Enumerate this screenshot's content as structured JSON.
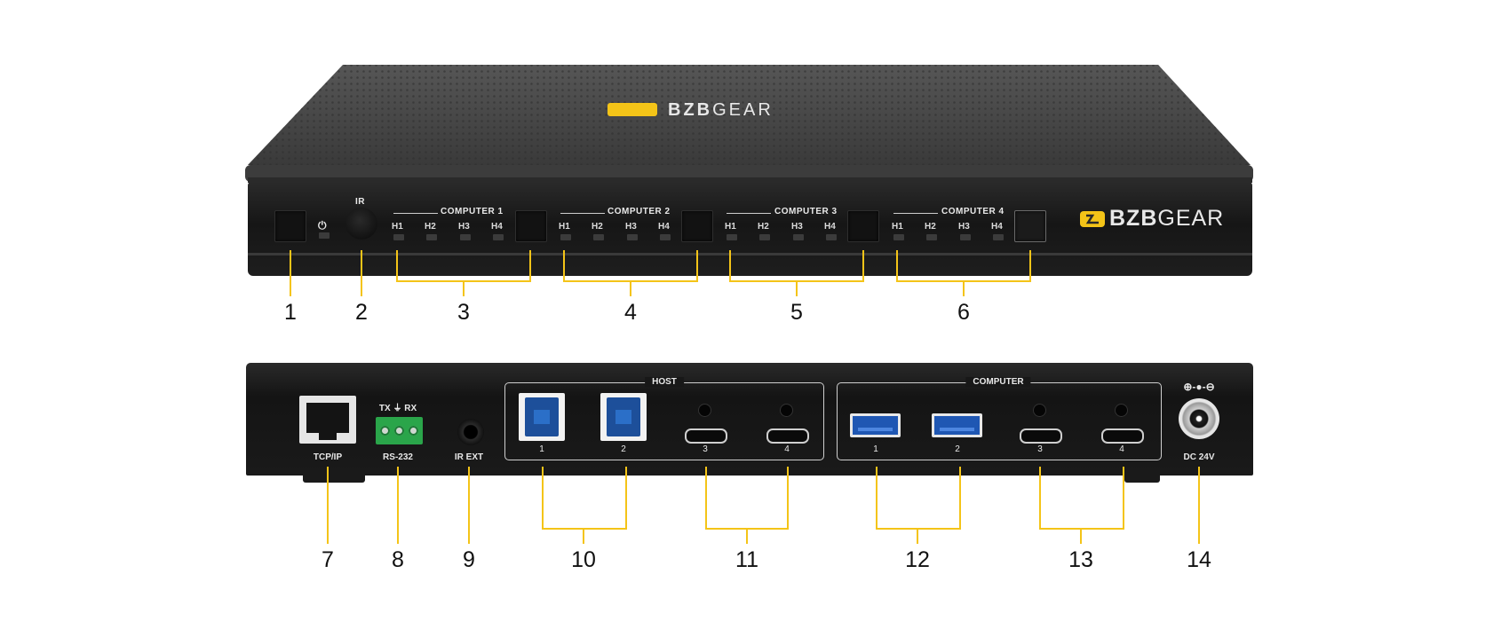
{
  "front": {
    "brand_bold": "BZB",
    "brand_light": "GEAR",
    "top_brand_bold": "BZB",
    "top_brand_light": "GEAR",
    "ir_label": "IR",
    "power_symbol": "⏻",
    "groups": [
      {
        "label": "COMPUTER 1",
        "leds": [
          "H1",
          "H2",
          "H3",
          "H4"
        ]
      },
      {
        "label": "COMPUTER 2",
        "leds": [
          "H1",
          "H2",
          "H3",
          "H4"
        ]
      },
      {
        "label": "COMPUTER 3",
        "leds": [
          "H1",
          "H2",
          "H3",
          "H4"
        ]
      },
      {
        "label": "COMPUTER 4",
        "leds": [
          "H1",
          "H2",
          "H3",
          "H4"
        ]
      }
    ]
  },
  "rear": {
    "tcp_label": "TCP/IP",
    "rs232_label": "RS-232",
    "rs232_pins": "TX ⏚ RX",
    "irext_label": "IR EXT",
    "host_title": "HOST",
    "host_ports": [
      "1",
      "2",
      "3",
      "4"
    ],
    "computer_title": "COMPUTER",
    "computer_ports": [
      "1",
      "2",
      "3",
      "4"
    ],
    "dc_symbol": "⊕-●-⊖",
    "dc_label": "DC 24V"
  },
  "callouts": [
    "1",
    "2",
    "3",
    "4",
    "5",
    "6",
    "7",
    "8",
    "9",
    "10",
    "11",
    "12",
    "13",
    "14"
  ],
  "colors": {
    "accent": "#f4c418",
    "chassis": "#1a1a1a",
    "usb_blue": "#1f57b3",
    "terminal_green": "#2aa54a"
  }
}
